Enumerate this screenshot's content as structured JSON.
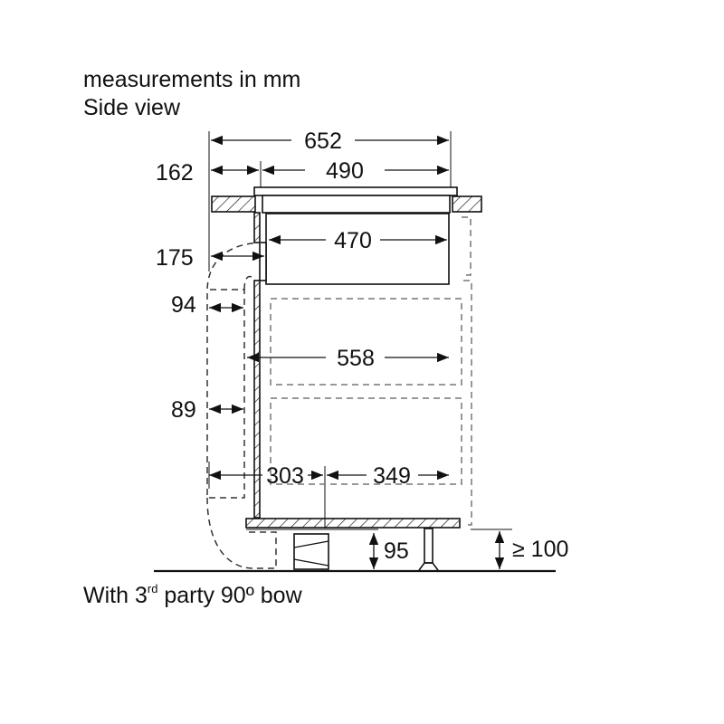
{
  "header": {
    "line1": "measurements in mm",
    "line2": "Side view"
  },
  "dimensions": {
    "total_depth": "652",
    "hob_depth": "490",
    "offset_left": "162",
    "unit_depth": "470",
    "duct_offset": "175",
    "duct_width_top": "94",
    "cabinet_depth": "558",
    "duct_width_bottom": "89",
    "rear_section": "303",
    "front_section": "349",
    "plinth_height": "95",
    "min_clearance": "≥ 100"
  },
  "footer": {
    "pre": "With 3",
    "sup": "rd",
    "post": " party 90º bow"
  },
  "colors": {
    "line": "#111111",
    "dashed": "#333333"
  }
}
